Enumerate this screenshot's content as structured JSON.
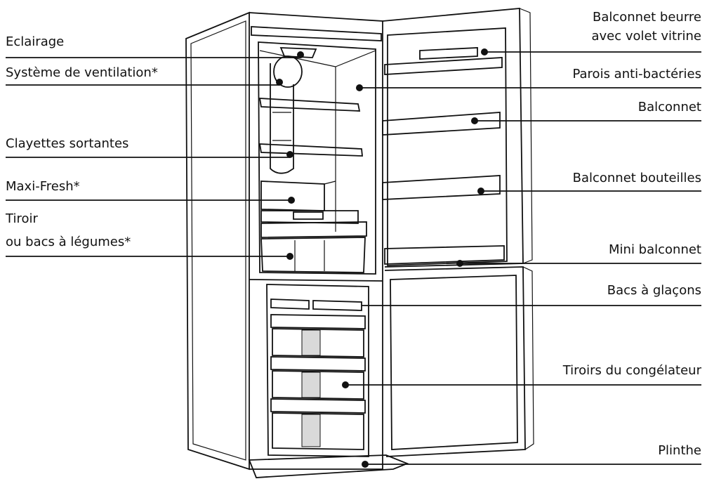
{
  "labels": {
    "left": {
      "eclairage": "Eclairage",
      "ventilation": "Système de ventilation*",
      "clayettes": "Clayettes sortantes",
      "maxifresh": "Maxi-Fresh*",
      "tiroir_line1": "Tiroir",
      "tiroir_line2": "ou bacs à légumes*"
    },
    "right": {
      "beurre_line1": "Balconnet beurre",
      "beurre_line2": "avec volet vitrine",
      "parois": "Parois anti-bactéries",
      "balconnet": "Balconnet",
      "bouteilles": "Balconnet bouteilles",
      "mini": "Mini balconnet",
      "glacons": "Bacs à glaçons",
      "congelateur": "Tiroirs du congélateur",
      "plinthe": "Plinthe"
    }
  },
  "colors": {
    "ink": "#111111",
    "background": "#ffffff",
    "shade": "#d9d9d9"
  }
}
